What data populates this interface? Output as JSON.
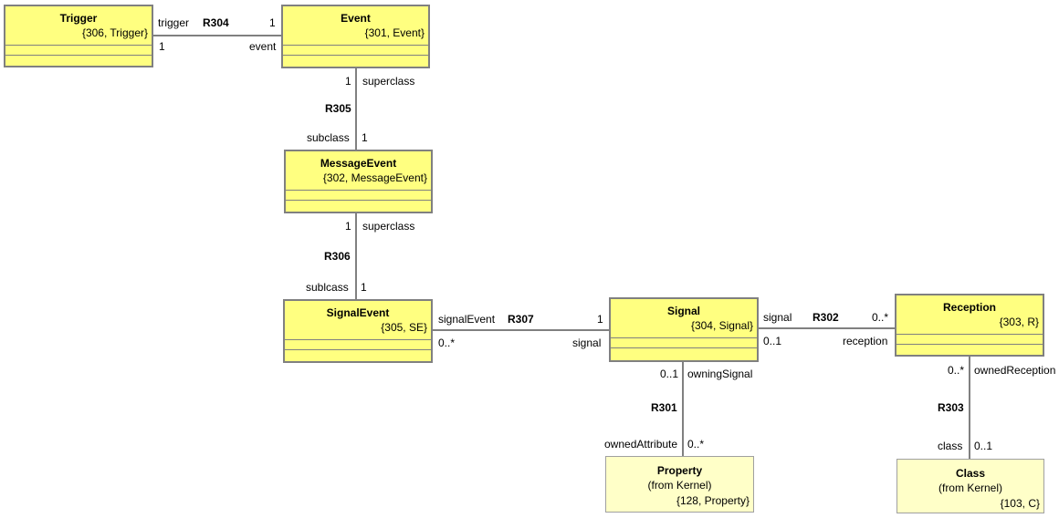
{
  "classes": {
    "trigger": {
      "name": "Trigger",
      "id": "{306, Trigger}"
    },
    "event": {
      "name": "Event",
      "id": "{301, Event}"
    },
    "messageevent": {
      "name": "MessageEvent",
      "id": "{302, MessageEvent}"
    },
    "signalevent": {
      "name": "SignalEvent",
      "id": "{305, SE}"
    },
    "signal": {
      "name": "Signal",
      "id": "{304, Signal}"
    },
    "reception": {
      "name": "Reception",
      "id": "{303, R}"
    },
    "property": {
      "name": "Property",
      "from": "(from Kernel)",
      "id": "{128, Property}"
    },
    "class": {
      "name": "Class",
      "from": "(from Kernel)",
      "id": "{103, C}"
    }
  },
  "associations": {
    "r304": {
      "name": "R304",
      "trigger_role": "trigger",
      "trigger_mult": "1",
      "event_role": "event",
      "event_mult": "1"
    },
    "r305": {
      "name": "R305",
      "super_role": "superclass",
      "super_mult": "1",
      "sub_role": "subclass",
      "sub_mult": "1"
    },
    "r306": {
      "name": "R306",
      "super_role": "superclass",
      "super_mult": "1",
      "sub_role": "sublcass",
      "sub_mult": "1"
    },
    "r307": {
      "name": "R307",
      "se_role": "signalEvent",
      "se_mult": "0..*",
      "sig_role": "signal",
      "sig_mult": "1"
    },
    "r302": {
      "name": "R302",
      "sig_role": "signal",
      "sig_mult": "0..1",
      "rec_role": "reception",
      "rec_mult": "0..*"
    },
    "r301": {
      "name": "R301",
      "sig_role": "owningSignal",
      "sig_mult": "0..1",
      "prop_role": "ownedAttribute",
      "prop_mult": "0..*"
    },
    "r303": {
      "name": "R303",
      "rec_role": "ownedReception",
      "rec_mult": "0..*",
      "cls_role": "class",
      "cls_mult": "0..1"
    }
  }
}
